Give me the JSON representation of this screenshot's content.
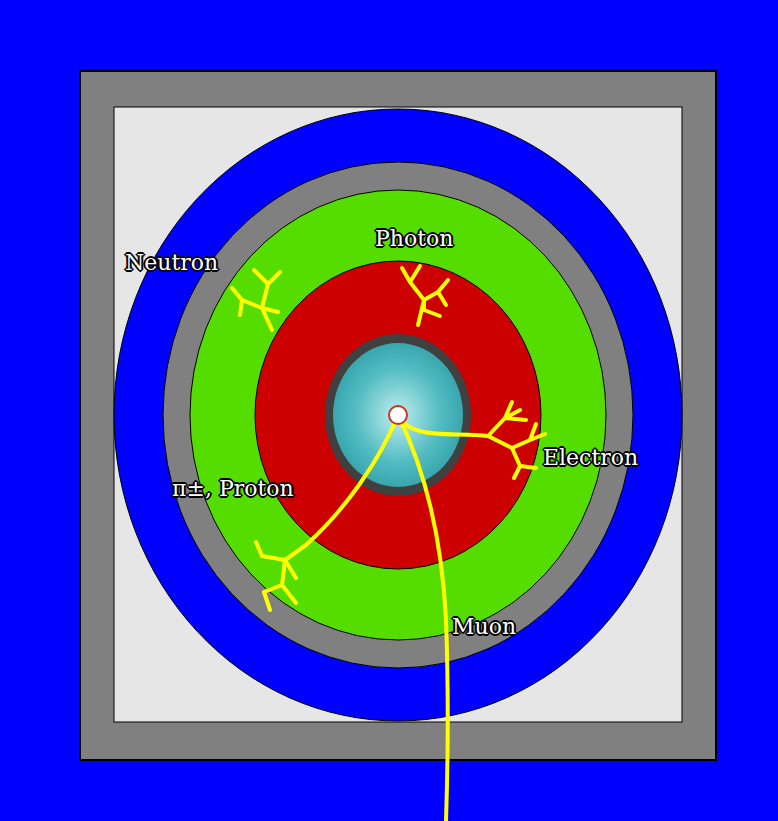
{
  "diagram": {
    "labels": [
      "Neutron",
      "Photon",
      "Electron",
      "π±, Proton",
      "Muon"
    ]
  }
}
